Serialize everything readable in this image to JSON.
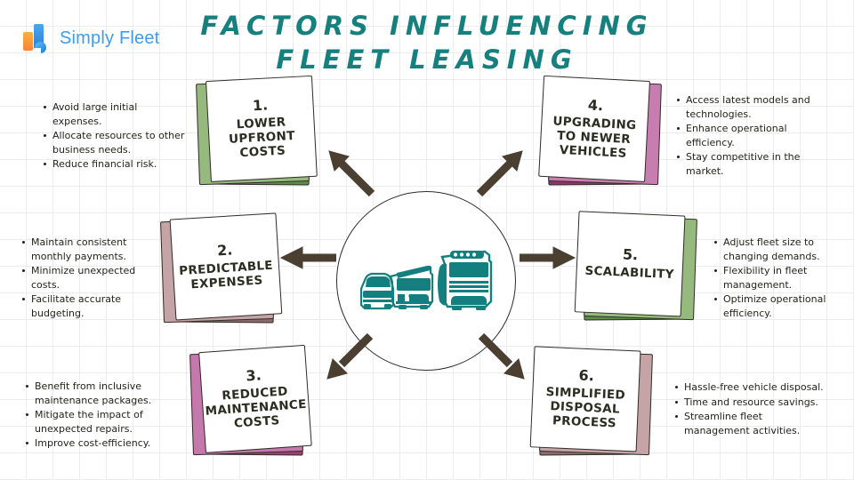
{
  "brand": {
    "name": "Simply Fleet",
    "logo_icon": "simply-fleet-bars-logo",
    "color_orange": "#f79a3e",
    "color_blue": "#3c9cef"
  },
  "title": {
    "line1": "FACTORS INFLUENCING",
    "line2": "FLEET LEASING",
    "color": "#15807d"
  },
  "center": {
    "icon": "fleet-vehicles-icon",
    "color": "#13807f",
    "description": "car, van and truck silhouettes"
  },
  "arrow_color": "#4a3f30",
  "cards": [
    {
      "number": "1.",
      "title": "LOWER UPFRONT COSTS",
      "back_color": "#5e8a4a",
      "mid_color": "#96ba7d",
      "side": "left",
      "bullets": [
        "Avoid large initial expenses.",
        "Allocate resources to other business needs.",
        "Reduce financial risk."
      ]
    },
    {
      "number": "2.",
      "title": "PREDICTABLE EXPENSES",
      "back_color": "#8d6a6c",
      "mid_color": "#c4a4a6",
      "side": "left",
      "bullets": [
        "Maintain consistent monthly payments.",
        "Minimize unexpected costs.",
        "Facilitate accurate budgeting."
      ]
    },
    {
      "number": "3.",
      "title": "REDUCED MAINTENANCE COSTS",
      "back_color": "#9c3f73",
      "mid_color": "#c578ac",
      "side": "left",
      "bullets": [
        "Benefit from inclusive maintenance packages.",
        "Mitigate the impact of unexpected repairs.",
        "Improve cost-efficiency."
      ]
    },
    {
      "number": "4.",
      "title": "UPGRADING TO NEWER VEHICLES",
      "back_color": "#8e3568",
      "mid_color": "#c87db0",
      "side": "right",
      "bullets": [
        "Access latest models and technologies.",
        "Enhance operational efficiency.",
        "Stay competitive in the market."
      ]
    },
    {
      "number": "5.",
      "title": "SCALABILITY",
      "back_color": "#5e8a4a",
      "mid_color": "#96ba7d",
      "side": "right",
      "bullets": [
        "Adjust fleet size to changing demands.",
        "Flexibility in fleet management.",
        "Optimize operational efficiency."
      ]
    },
    {
      "number": "6.",
      "title": "SIMPLIFIED DISPOSAL PROCESS",
      "back_color": "#8d6a6c",
      "mid_color": "#c4a4a6",
      "side": "right",
      "bullets": [
        "Hassle-free vehicle disposal.",
        "Time and resource savings.",
        "Streamline fleet management activities."
      ]
    }
  ]
}
